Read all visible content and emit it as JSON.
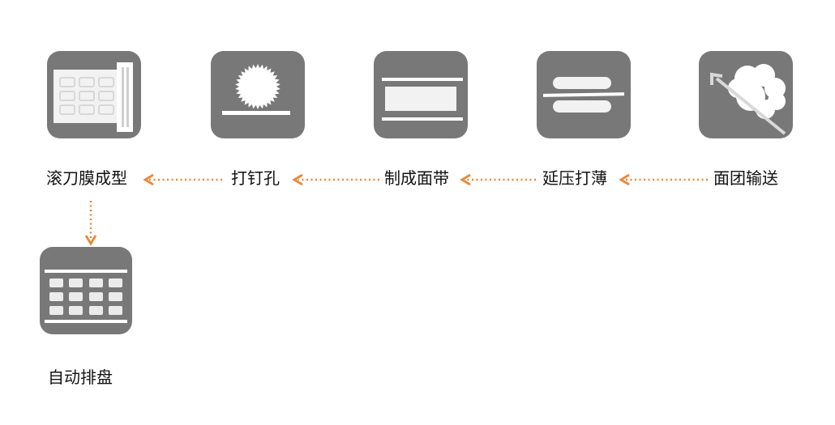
{
  "steps": [
    {
      "id": "dough-conveying",
      "label": "面团输送",
      "icon": "dough-conveyor-icon"
    },
    {
      "id": "rolling-thin",
      "label": "延压打薄",
      "icon": "press-rollers-icon"
    },
    {
      "id": "sheet-forming",
      "label": "制成面带",
      "icon": "dough-sheet-icon"
    },
    {
      "id": "hole-punching",
      "label": "打钉孔",
      "icon": "pin-punch-icon"
    },
    {
      "id": "roller-cutting",
      "label": "滚刀膜成型",
      "icon": "roller-cutter-icon"
    },
    {
      "id": "auto-tray",
      "label": "自动排盘",
      "icon": "tray-grid-icon"
    }
  ],
  "colors": {
    "icon_bg": "#787878",
    "icon_fg": "#ffffff",
    "arrow": "#e8893a",
    "text": "#111111"
  }
}
